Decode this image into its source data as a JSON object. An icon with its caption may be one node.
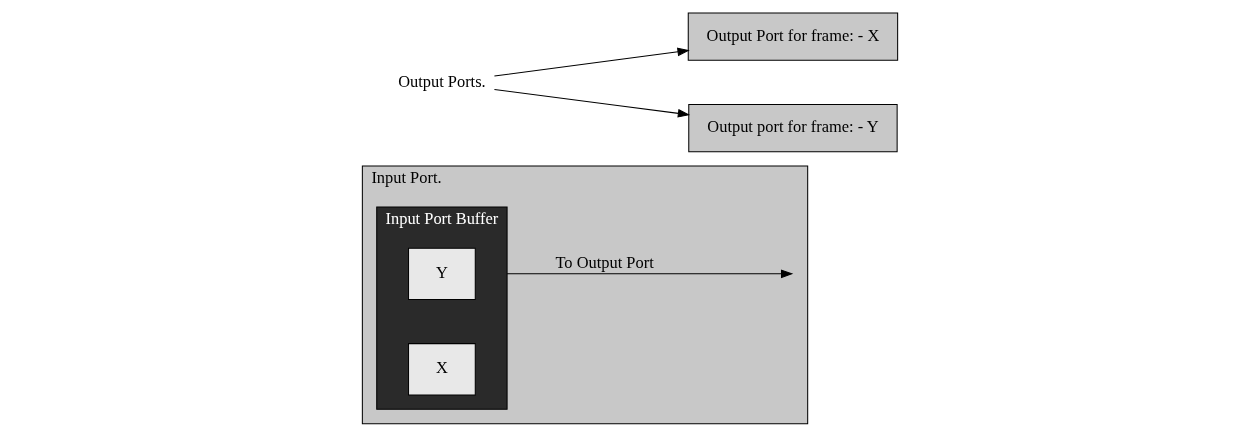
{
  "diagram": {
    "nodes": [
      {
        "text": [
          "Input Port."
        ]
      },
      {
        "text": [
          "Input Port Buffer"
        ],
        "in": 0
      },
      {
        "text": [
          "Y"
        ],
        "in": 1
      },
      {
        "text": [
          "X"
        ],
        "in": 1
      },
      {
        "text": [
          "Output Ports."
        ]
      },
      {
        "text": [
          "Output Port for frame: - X"
        ]
      },
      {
        "text": [
          "Output port for frame: - Y"
        ]
      }
    ],
    "edges": [
      {
        "from": 1,
        "to": null,
        "arrow": "to",
        "label": "To Output Port"
      },
      {
        "from": 4,
        "to": 5,
        "arrow": "to"
      },
      {
        "from": 4,
        "to": 6,
        "arrow": "to"
      }
    ]
  }
}
